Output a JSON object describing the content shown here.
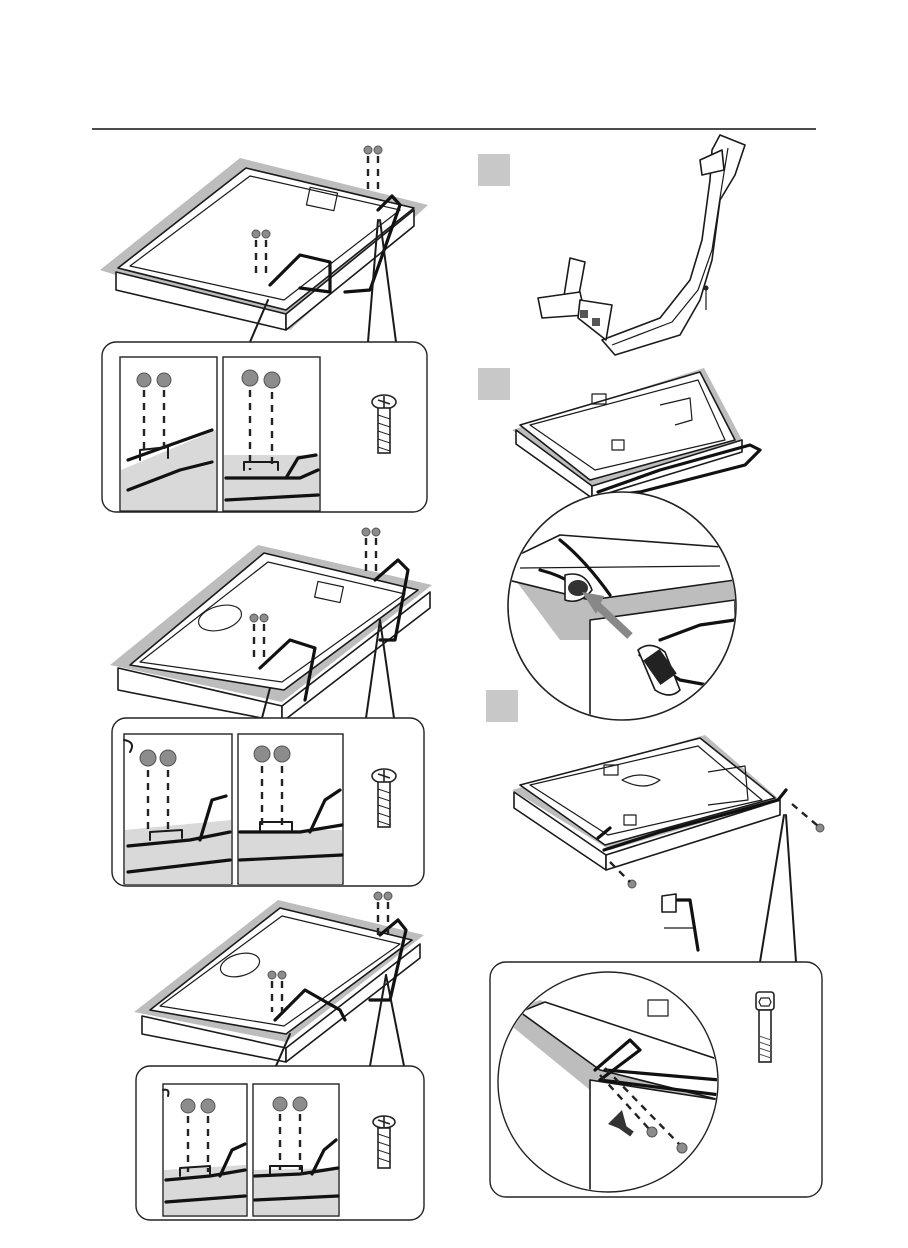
{
  "figure": {
    "left_steps": [
      "assembly-step-stand-small",
      "assembly-step-stand-medium",
      "assembly-step-stand-large"
    ],
    "right_steps": [
      "step-1-stand-frame",
      "step-2-attach-frame",
      "step-3-insert-bolts"
    ],
    "step_markers": [
      "",
      "",
      ""
    ]
  }
}
